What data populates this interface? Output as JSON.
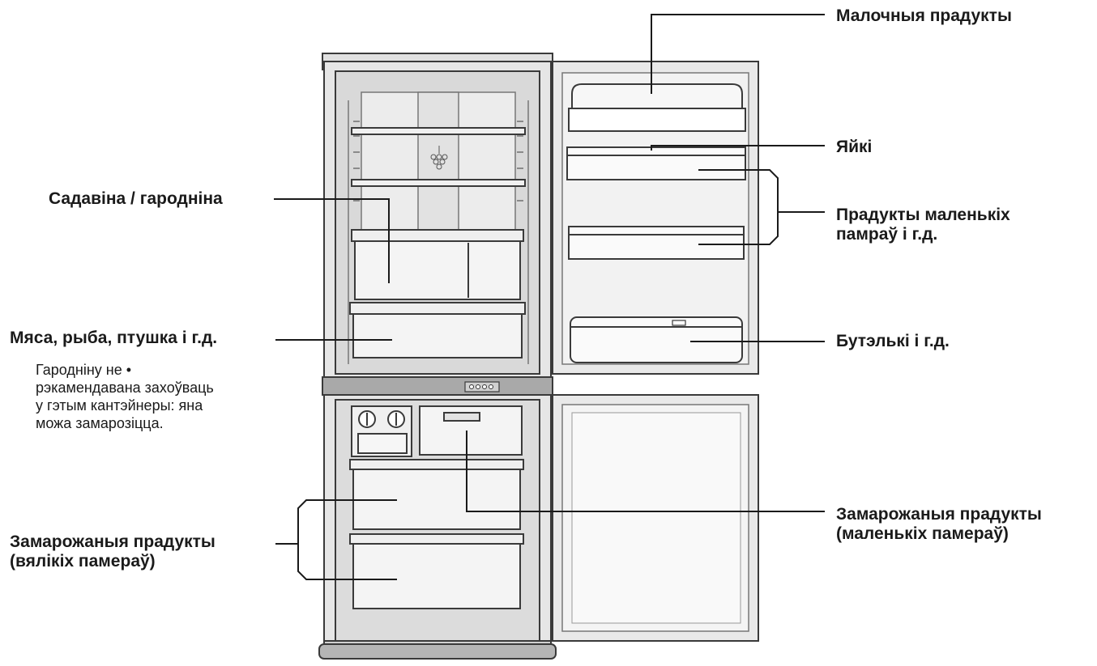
{
  "labels": {
    "dairy": "Малочныя прадукты",
    "eggs": "Яйкі",
    "small_products_line1": "Прадукты маленькіх",
    "small_products_line2": "памраў і г.д.",
    "bottles": "Бутэлькі і г.д.",
    "fruit_veg": "Садавіна / гародніна",
    "meat_fish": "Мяса, рыба, птушка і г.д.",
    "frozen_small_line1": "Замарожаныя прадукты",
    "frozen_small_line2": "(маленькіх памераў)",
    "frozen_large_line1": "Замарожаныя прадукты",
    "frozen_large_line2": "(вялікіх памераў)"
  },
  "note": {
    "line1": "Гародніну не •",
    "line2": "рэкамендавана захоўваць",
    "line3": "у гэтым кантэйнеры: яна",
    "line4": "можа замарозіцца."
  },
  "colors": {
    "outline": "#3a3a3a",
    "cabinet_fill": "#e6e6e6",
    "interior_fill": "#d6d6d6",
    "door_fill": "#f2f2f2",
    "accent_dark": "#777777"
  }
}
